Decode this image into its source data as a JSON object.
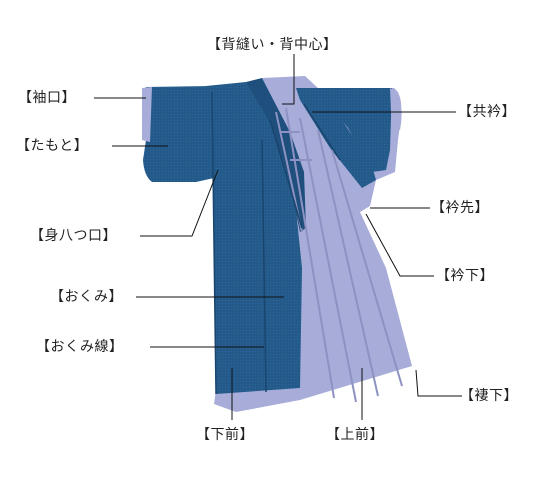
{
  "labels": {
    "senui": "【背縫い・背中心】",
    "sodeguchi": "【袖口】",
    "tomoeri": "【共衿】",
    "tamoto": "【たもと】",
    "eri_saki": "【衿先】",
    "miyatsukuchi": "【身八つ口】",
    "eri_shita": "【衿下】",
    "okumi": "【おくみ】",
    "okumi_sen": "【おくみ線】",
    "tsuma_shita": "【褄下】",
    "shitamae": "【下前】",
    "uwamae": "【上前】"
  },
  "colors": {
    "outer_fabric": "#245a8a",
    "lining": "#a7acd9",
    "leader_line": "#111111"
  }
}
